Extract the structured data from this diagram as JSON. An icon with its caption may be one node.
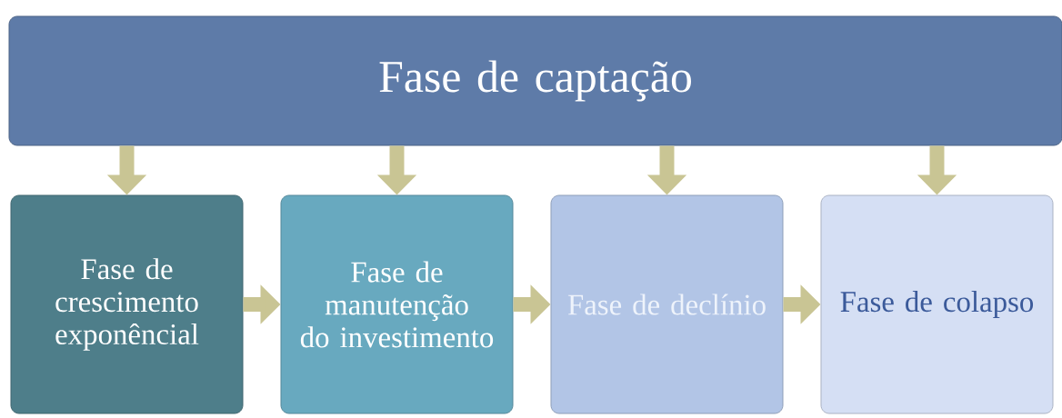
{
  "diagram": {
    "nodes": [
      {
        "text": [
          "Fase de captação"
        ]
      },
      {
        "text": [
          "Fase de crescimento exponêncial"
        ]
      },
      {
        "text": [
          "Fase de manutenção do investimento"
        ]
      },
      {
        "text": [
          "Fase de declínio"
        ]
      },
      {
        "text": [
          "Fase de colapso"
        ]
      }
    ],
    "edges": [
      {
        "from": 0,
        "to": 1,
        "arrow": "to"
      },
      {
        "from": 0,
        "to": 2,
        "arrow": "to"
      },
      {
        "from": 0,
        "to": 3,
        "arrow": "to"
      },
      {
        "from": 0,
        "to": 4,
        "arrow": "to"
      },
      {
        "from": 1,
        "to": 2,
        "arrow": "to"
      },
      {
        "from": 2,
        "to": 3,
        "arrow": "to"
      },
      {
        "from": 3,
        "to": 4,
        "arrow": "to"
      }
    ]
  }
}
